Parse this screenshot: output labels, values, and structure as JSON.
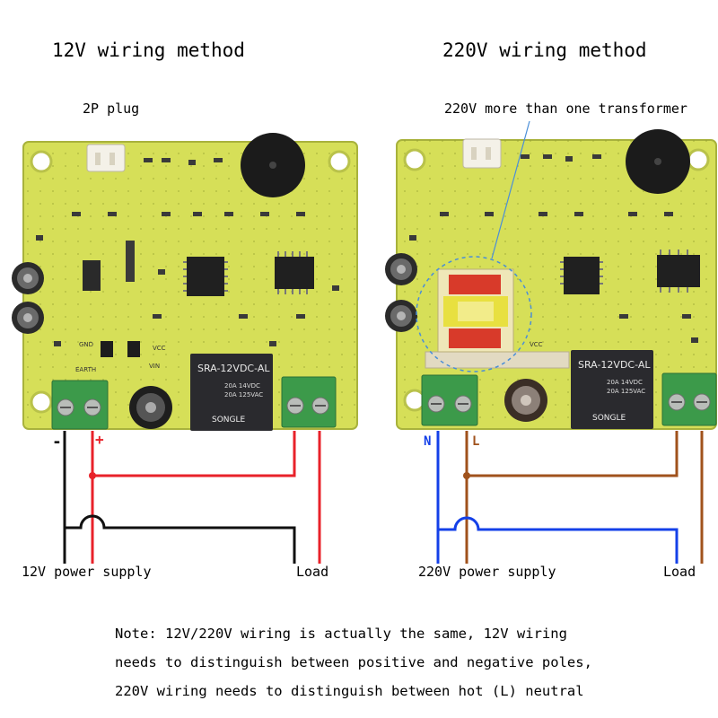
{
  "left_panel": {
    "title": "12V wiring method",
    "plug_label": "2P plug",
    "minus_sign": "-",
    "plus_sign": "+",
    "supply_label": "12V power supply",
    "load_label": "Load",
    "pcb_texts": {
      "relay_model": "SRA-12VDC-AL",
      "relay_rating1": "20A 14VDC",
      "relay_rating2": "20A 125VAC",
      "relay_brand": "SONGLE",
      "gnd": "GND",
      "vcc": "VCC",
      "earth": "EARTH",
      "vin": "VIN"
    }
  },
  "right_panel": {
    "title": "220V wiring method",
    "transformer_label": "220V more than one transformer",
    "n_label": "N",
    "l_label": "L",
    "supply_label": "220V power supply",
    "load_label": "Load",
    "pcb_texts": {
      "relay_model": "SRA-12VDC-AL",
      "relay_rating1": "20A 14VDC",
      "relay_rating2": "20A 125VAC",
      "relay_brand": "SONGLE",
      "vcc": "VCC"
    }
  },
  "note": {
    "line1": "Note: 12V/220V wiring is actually the same, 12V wiring",
    "line2": "needs to distinguish between positive and negative poles,",
    "line3": "220V wiring needs to distinguish between hot (L) neutral"
  },
  "colors": {
    "pcb": "#d6df58",
    "terminal": "#3c9a4a",
    "relay": "#2a2a2e",
    "red_wire": "#e8222a",
    "black_wire": "#111111",
    "blue_wire": "#1440e8",
    "brown_wire": "#a0521c"
  }
}
